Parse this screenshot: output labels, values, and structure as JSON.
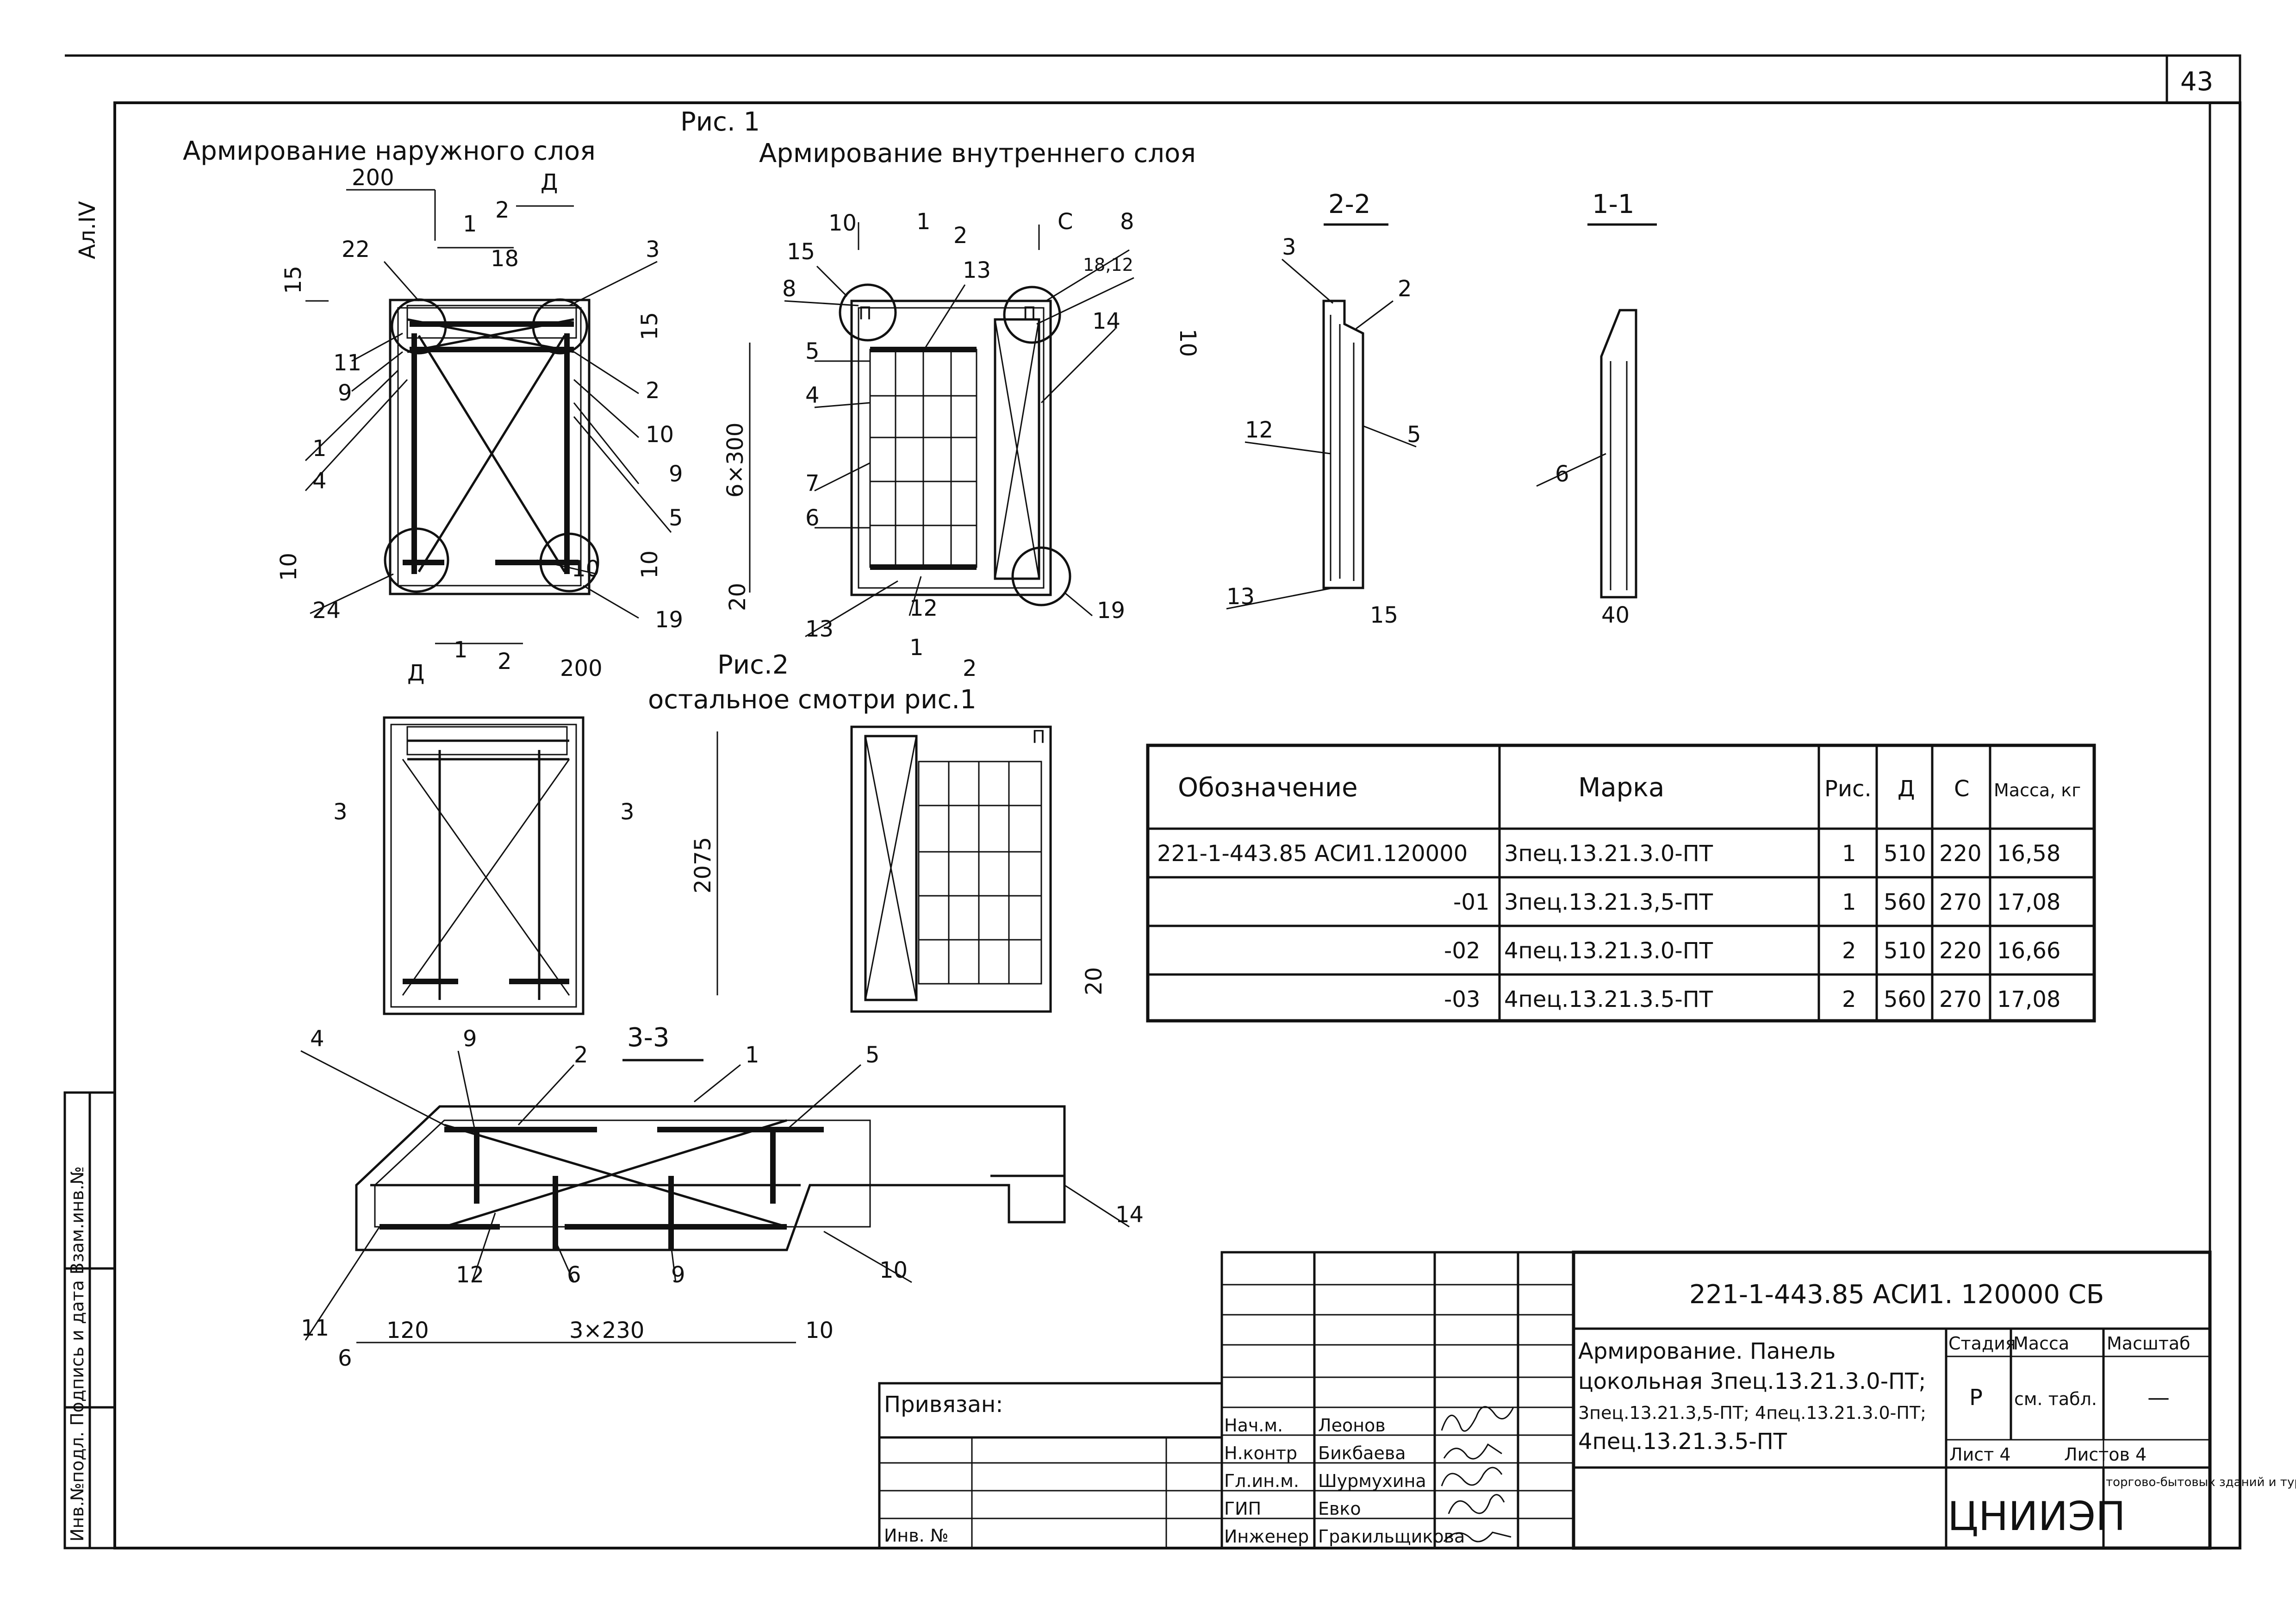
{
  "sheet": {
    "number": "43",
    "side_label": "Ал.IV",
    "side_stamp": "Инв.№подл. Подпись и дата Взам.инв.№"
  },
  "fig1": {
    "label": "Рис. 1",
    "outer_title": "Армирование наружного слоя",
    "inner_title": "Армирование внутреннего слоя"
  },
  "fig2": {
    "label": "Рис.2",
    "note": "остальное смотри рис.1"
  },
  "sections": {
    "s22": "2-2",
    "s11": "1-1",
    "s33": "3-3"
  },
  "dims": {
    "d200": "200",
    "dD": "Д",
    "dC": "С",
    "d10": "10",
    "d15": "15",
    "d20": "20",
    "d40": "40",
    "d6x300": "6×300",
    "d2075": "2075",
    "d120": "120",
    "d3x230": "3×230"
  },
  "callouts": [
    "1",
    "2",
    "3",
    "4",
    "5",
    "6",
    "7",
    "8",
    "9",
    "10",
    "11",
    "12",
    "13",
    "14",
    "15",
    "18",
    "19",
    "22",
    "24",
    "18,12",
    "П"
  ],
  "spec_table": {
    "headers": [
      "Обозначение",
      "Марка",
      "Рис.",
      "Д",
      "С",
      "Масса, кг"
    ],
    "rows": [
      [
        "221-1-443.85 АСИ1.120000",
        "3пец.13.21.3.0-ПТ",
        "1",
        "510",
        "220",
        "16,58"
      ],
      [
        "-01",
        "3пец.13.21.3,5-ПТ",
        "1",
        "560",
        "270",
        "17,08"
      ],
      [
        "-02",
        "4пец.13.21.3.0-ПТ",
        "2",
        "510",
        "220",
        "16,66"
      ],
      [
        "-03",
        "4пец.13.21.3.5-ПТ",
        "2",
        "560",
        "270",
        "17,08"
      ]
    ]
  },
  "title_block": {
    "doc_code": "221-1-443.85   АСИ1. 120000 СБ",
    "title_lines": [
      "Армирование. Панель",
      "цокольная 3пец.13.21.3.0-ПТ;",
      "3пец.13.21.3,5-ПТ; 4пец.13.21.3.0-ПТ;",
      "4пец.13.21.3.5-ПТ"
    ],
    "stage_header": "Стадия",
    "mass_header": "Масса",
    "scale_header": "Масштаб",
    "stage": "Р",
    "mass": "см. табл.",
    "scale": "—",
    "sheet_label": "Лист 4",
    "sheets_label": "Листов 4",
    "org": "ЦНИИЭП",
    "org_sub": "торгово-бытовых зданий и туристских комплексов",
    "privyazan": "Привязан:",
    "inv_label": "Инв. №",
    "staff": [
      {
        "role": "Нач.м.",
        "name": "Леонов"
      },
      {
        "role": "Н.контр",
        "name": "Бикбаева"
      },
      {
        "role": "Гл.ин.м.",
        "name": "Шурмухина"
      },
      {
        "role": "ГИП",
        "name": "Евко"
      },
      {
        "role": "Инженер",
        "name": "Гракильщикова"
      }
    ]
  }
}
